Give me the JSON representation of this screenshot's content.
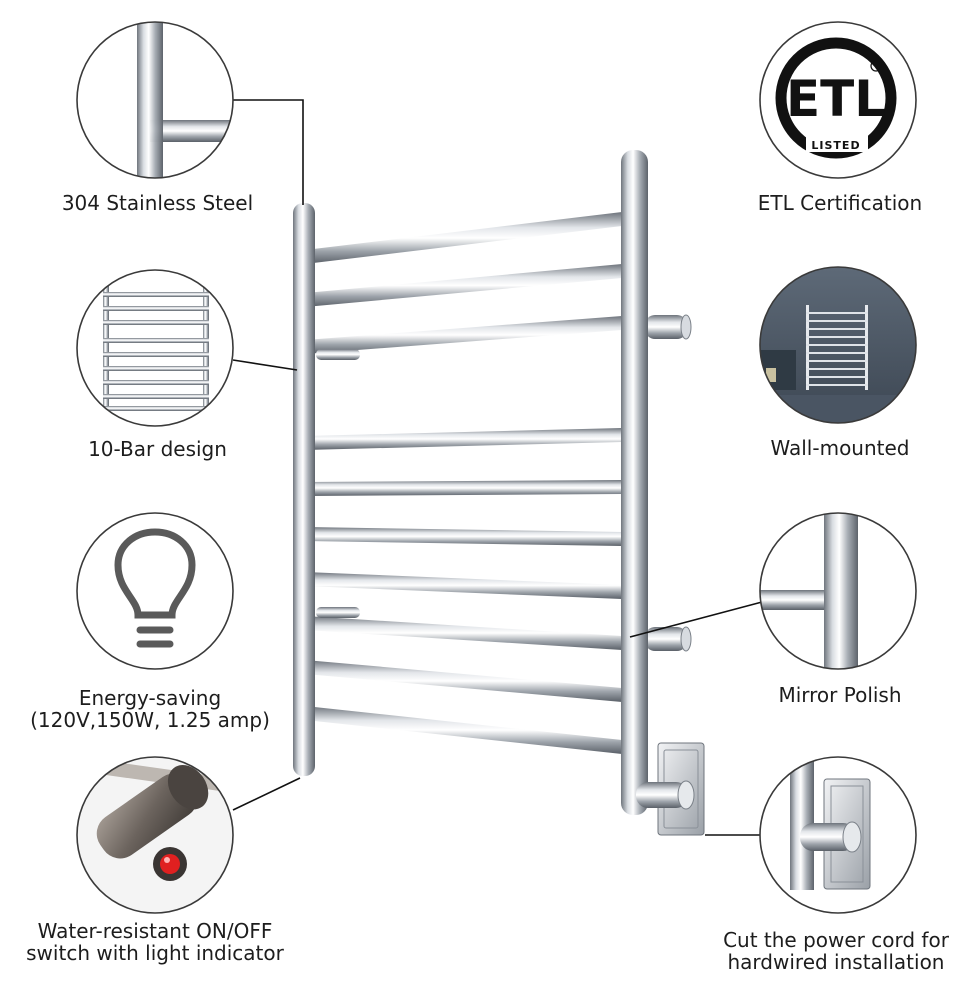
{
  "features": {
    "stainless": {
      "label": "304 Stainless Steel"
    },
    "bars": {
      "label": "10-Bar design"
    },
    "energy": {
      "label": "Energy-saving",
      "detail": "(120V,150W, 1.25 amp)"
    },
    "switch": {
      "line1": "Water-resistant ON/OFF",
      "line2": "switch with light indicator"
    },
    "etl": {
      "label": "ETL Certification",
      "logo_text": "ETL",
      "logo_subtext": "LISTED"
    },
    "wall": {
      "label": "Wall-mounted"
    },
    "mirror": {
      "label": "Mirror Polish"
    },
    "hardwire": {
      "line1": "Cut the power cord for",
      "line2": "hardwired installation"
    }
  },
  "colors": {
    "chrome_light": "#f4f6f8",
    "chrome_dark": "#7a8088",
    "circle_border": "#3a3a3a",
    "leader_line": "#111111",
    "indicator_red": "#e02020",
    "bulb_icon": "#5a5a5a"
  }
}
